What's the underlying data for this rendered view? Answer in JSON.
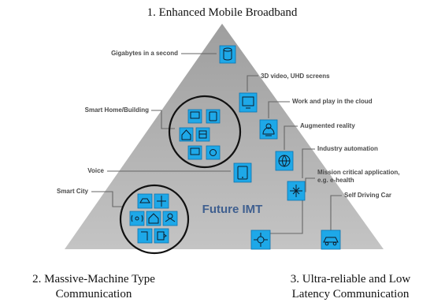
{
  "corners": {
    "top": "1. Enhanced Mobile Broadband",
    "bottom_left_line1": "2. Massive-Machine Type",
    "bottom_left_line2": "Communication",
    "bottom_right_line1": "3. Ultra-reliable and Low",
    "bottom_right_line2": "Latency Communication"
  },
  "center_label": "Future IMT",
  "callouts": {
    "gigabytes": "Gigabytes in a second",
    "video": "3D video, UHD screens",
    "cloud": "Work and play in the cloud",
    "smart_home": "Smart Home/Building",
    "ar": "Augmented reality",
    "industry": "Industry automation",
    "mission_line1": "Mission critical application,",
    "mission_line2": "e.g. e-health",
    "voice": "Voice",
    "self_driving": "Self Driving Car",
    "smart_city": "Smart City"
  },
  "icons": [
    "database-icon",
    "monitor-icon",
    "cloud-person-icon",
    "globe-icon",
    "tablet-icon",
    "industry-arrows-icon",
    "robot-arm-icon",
    "car-icon",
    "smart-home-icons",
    "smart-city-icons"
  ],
  "colors": {
    "triangle": "#b4b4b4",
    "icon_fill": "#1ea8e8",
    "center_text": "#3f5f8f",
    "callout_text": "#4a4a4a"
  }
}
